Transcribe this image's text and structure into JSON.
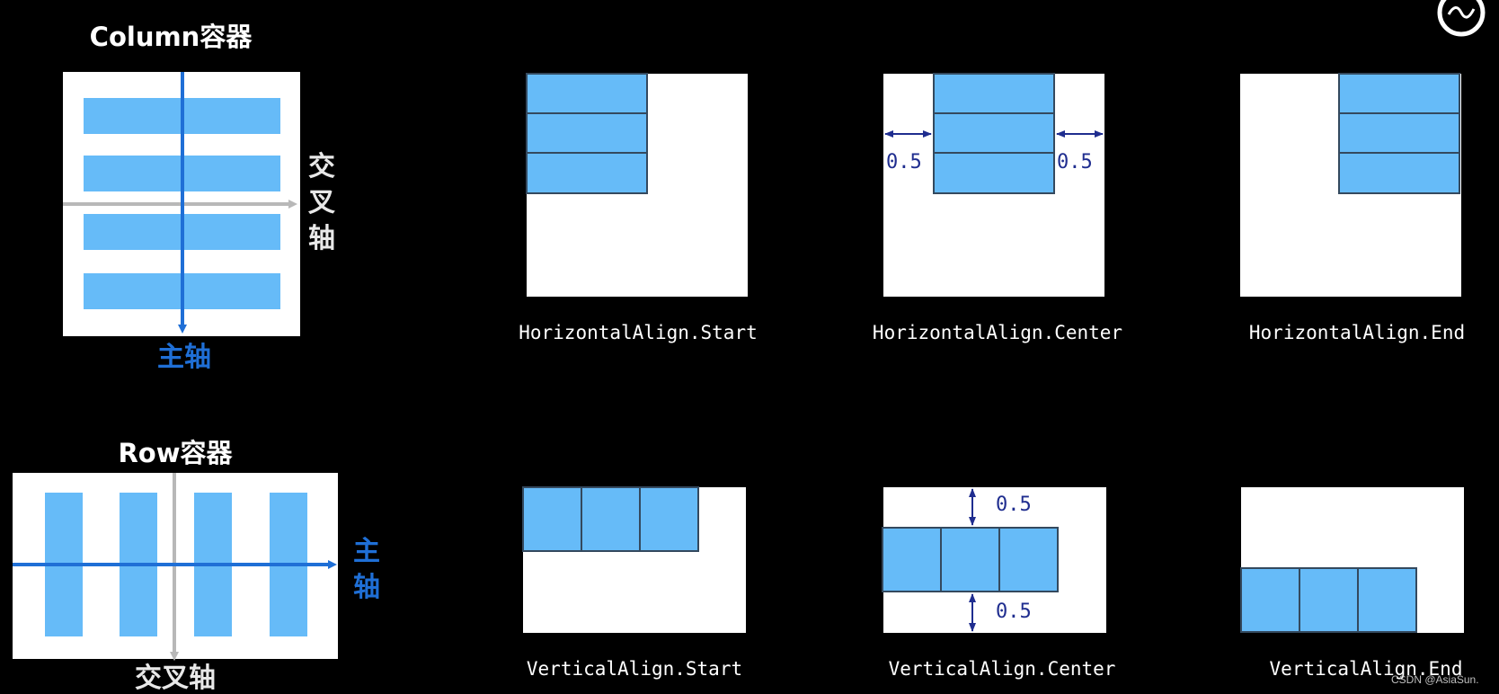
{
  "column": {
    "title": "Column容器",
    "main_axis_label": "主轴",
    "cross_axis_label": "交叉轴"
  },
  "row": {
    "title": "Row容器",
    "main_axis_label": "主轴",
    "cross_axis_label": "交叉轴"
  },
  "horizontal_align": {
    "start": "HorizontalAlign.Start",
    "center": "HorizontalAlign.Center",
    "end": "HorizontalAlign.End",
    "left_gap": "0.5",
    "right_gap": "0.5"
  },
  "vertical_align": {
    "start": "VerticalAlign.Start",
    "center": "VerticalAlign.Center",
    "end": "VerticalAlign.End",
    "top_gap": "0.5",
    "bottom_gap": "0.5"
  },
  "watermark": "CSDN @AsiaSun.",
  "colors": {
    "background": "#000000",
    "panel": "#ffffff",
    "child": "#66bbf8",
    "main_axis": "#1f6fd6",
    "cross_axis": "#b8b8b8",
    "dimension": "#1f2d8f"
  }
}
